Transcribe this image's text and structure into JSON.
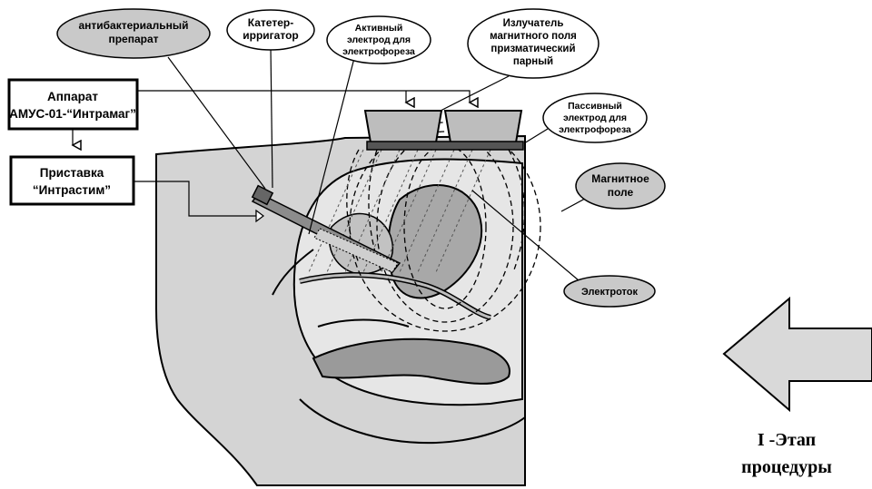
{
  "labels": {
    "antibacterial": [
      "антибактериальный",
      "препарат"
    ],
    "catheter": [
      "Катетер-",
      "ирригатор"
    ],
    "active_electrode": [
      "Активный",
      "электрод для",
      "электрофореза"
    ],
    "emitter": [
      "Излучатель",
      "магнитного поля",
      "призматический",
      "парный"
    ],
    "passive_electrode": [
      "Пассивный",
      "электрод для",
      "электрофореза"
    ],
    "magnetic_field": [
      "Магнитное",
      "поле"
    ],
    "electrocurrent": "Электроток"
  },
  "boxes": {
    "apparatus": [
      "Аппарат",
      "АМУС-01-“Интрамаг”"
    ],
    "attachment": [
      "Приставка",
      "“Интрастим”"
    ]
  },
  "stage": {
    "line1": "I -Этап",
    "line2": "процедуры"
  },
  "colors": {
    "body_fill": "#d4d4d4",
    "organ_fill": "#a8a8a8",
    "oval_fill": "#c9c9c9",
    "emitter_fill": "#bdbdbd",
    "arrow_fill": "#d9d9d9",
    "stroke": "#000000"
  },
  "icons": [
    "arrow-left-icon",
    "magnetic-field-lines-icon",
    "catheter-icon"
  ]
}
